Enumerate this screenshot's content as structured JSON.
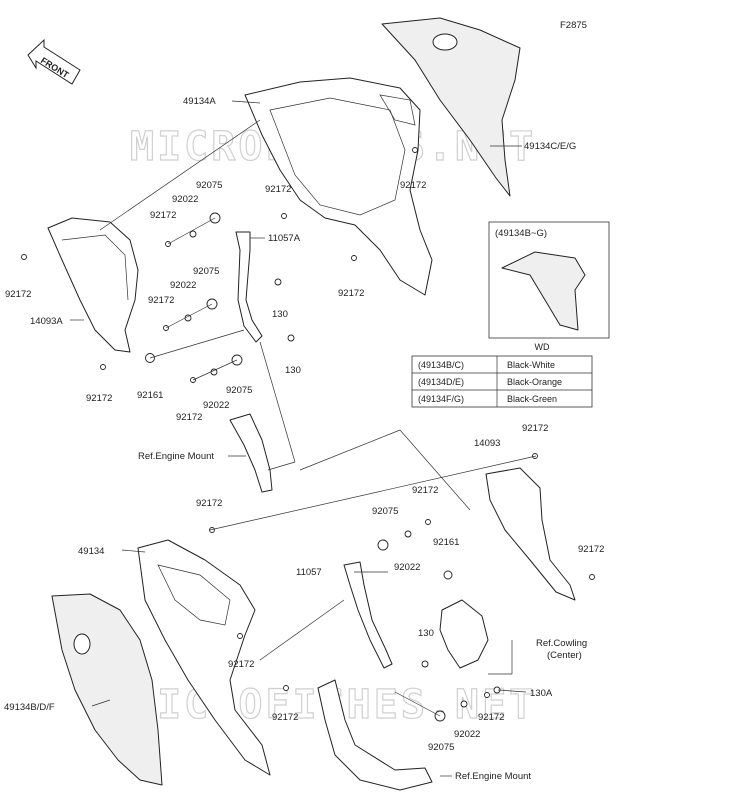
{
  "figure_code": "F2875",
  "front_label": "FRONT",
  "watermark": "MICROFICHES.NET",
  "wd_label": "WD",
  "inset_label": "(49134B~G)",
  "color_table": [
    {
      "code": "(49134B/C)",
      "color": "Black-White"
    },
    {
      "code": "(49134D/E)",
      "color": "Black-Orange"
    },
    {
      "code": "(49134F/G)",
      "color": "Black-Green"
    }
  ],
  "labels": {
    "l49134A": "49134A",
    "l49134CEG": "49134C/E/G",
    "l92075a": "92075",
    "l92022a": "92022",
    "l92172a": "92172",
    "l92172b": "92172",
    "l11057A": "11057A",
    "l92172c": "92172",
    "l92172d": "92172",
    "l92172e": "92172",
    "l14093A": "14093A",
    "l92075b": "92075",
    "l92022b": "92022",
    "l92172f": "92172",
    "l130a": "130",
    "l130b": "130",
    "l92161a": "92161",
    "l92075c": "92075",
    "l92022c": "92022",
    "l92172g": "92172",
    "l92172h": "92172",
    "lRefEng1": "Ref.Engine Mount",
    "l92172i": "92172",
    "l14093": "14093",
    "l92172j": "92172",
    "l92172k": "92172",
    "l49134": "49134",
    "l92075d": "92075",
    "l92022d": "92022",
    "l11057": "11057",
    "l92161b": "92161",
    "l92172l": "92172",
    "l130c": "130",
    "lRefCowl1": "Ref.Cowling",
    "lRefCowl2": "(Center)",
    "l49134BDF": "49134B/D/F",
    "l92172m": "92172",
    "l130A": "130A",
    "l92172n": "92172",
    "l92075e": "92075",
    "l92022e": "92022",
    "l92172o": "92172",
    "lRefEng2": "Ref.Engine Mount"
  }
}
